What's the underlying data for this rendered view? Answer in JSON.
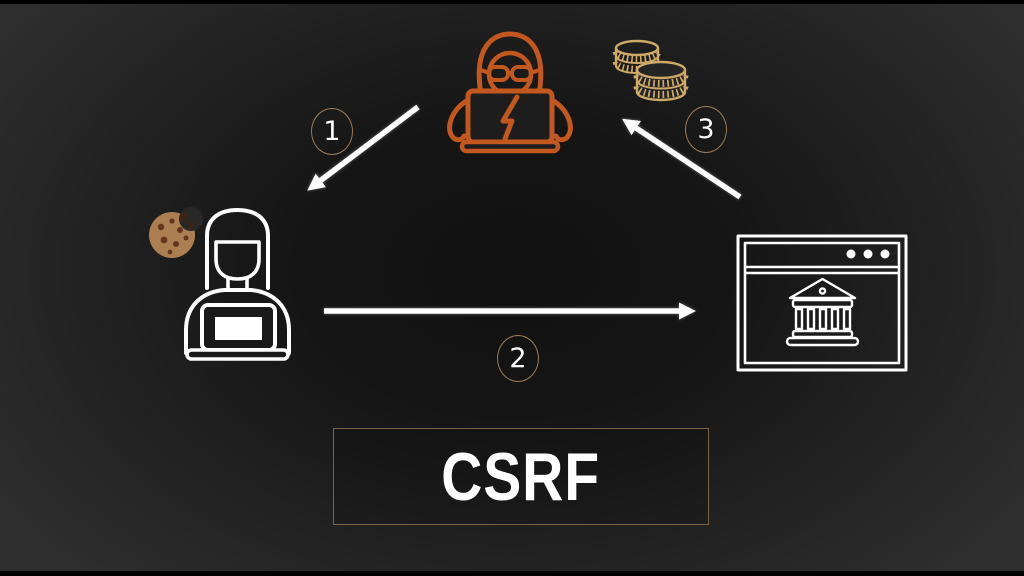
{
  "title_box": {
    "label": "CSRF"
  },
  "steps": [
    {
      "number": "1",
      "meaning": "attacker-to-victim"
    },
    {
      "number": "2",
      "meaning": "victim-to-bank"
    },
    {
      "number": "3",
      "meaning": "bank-to-attacker"
    }
  ],
  "nodes": {
    "attacker": {
      "icon": "hacker-at-laptop-icon",
      "color": "#c2581f"
    },
    "money": {
      "icon": "coin-stacks-icon",
      "color": "#cfa968"
    },
    "victim": {
      "icon": "user-at-laptop-icon",
      "color": "#ffffff"
    },
    "session_cookie": {
      "icon": "bitten-cookie-icon",
      "color": "#ad7e52"
    },
    "bank_site": {
      "icon": "bank-browser-window-icon",
      "color": "#ffffff"
    }
  },
  "colors": {
    "background_center": "#121212",
    "background_edge": "#2e2e2f",
    "arrow": "#ffffff",
    "step_circle_border": "#9c7a58",
    "title_box_border": "#7d6248",
    "text": "#ffffff"
  }
}
